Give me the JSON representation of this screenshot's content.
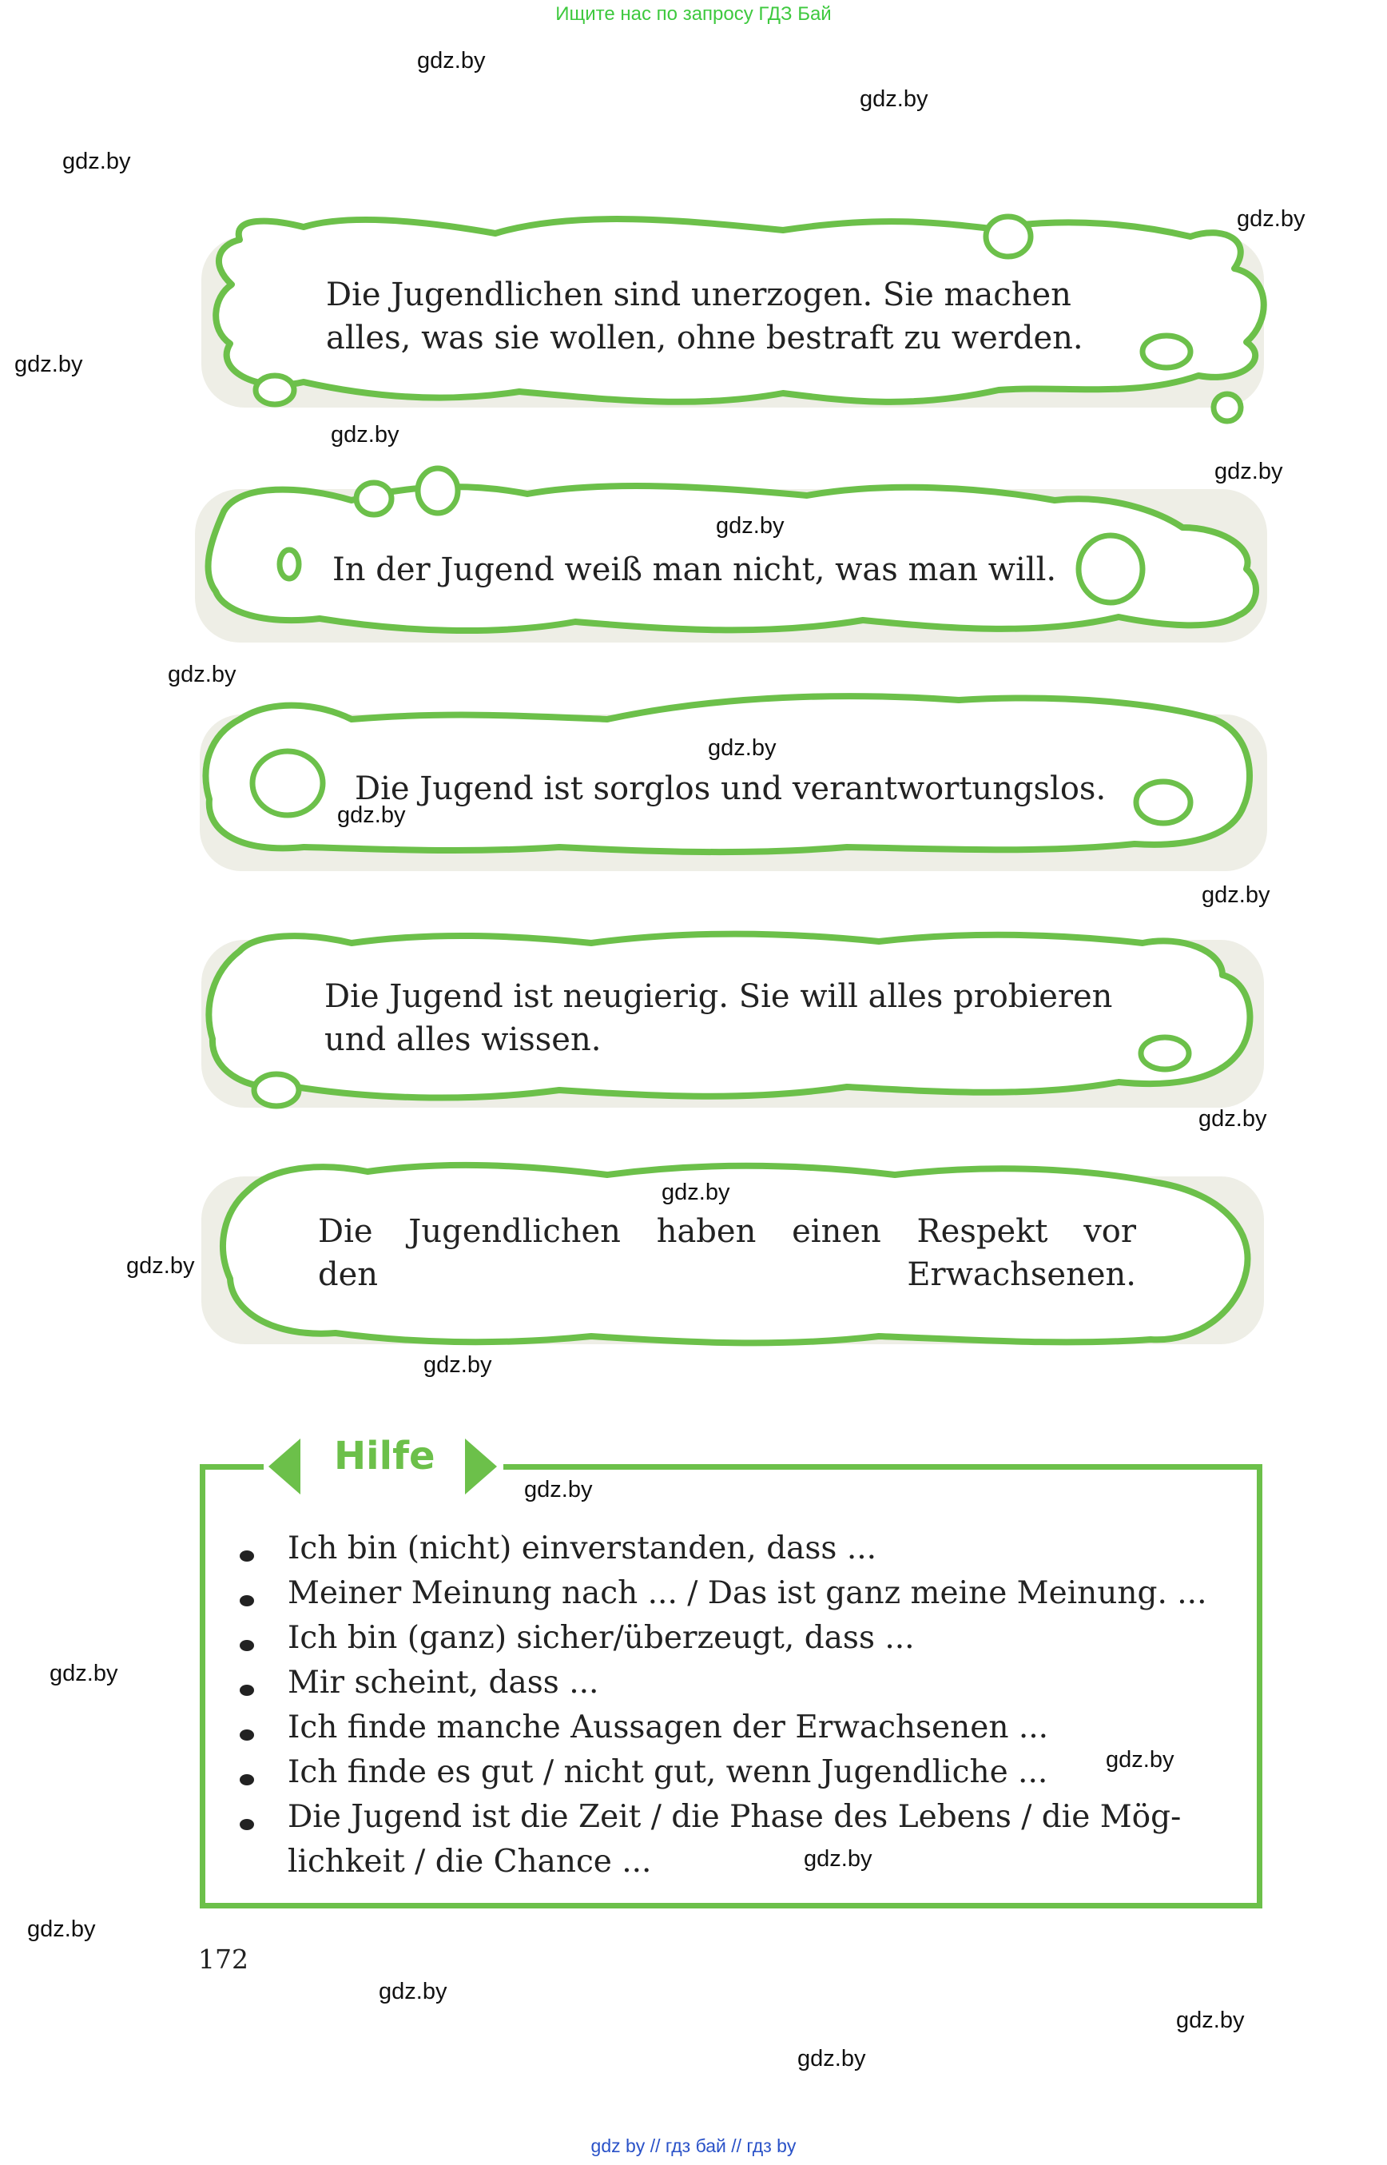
{
  "banner": "Ищите нас по запросу ГДЗ Бай",
  "statements": [
    "Die Jugendlichen sind unerzogen. Sie machen\nalles, was sie wollen, ohne bestraft zu werden.",
    "In der Jugend weiß man nicht, was man will.",
    "Die Jugend ist sorglos und verantwortungslos.",
    "Die Jugend ist neugierig. Sie will alles probieren\nund alles wissen.",
    "Die Jugendlichen haben einen Respekt vor\nden Erwachsenen."
  ],
  "help": {
    "title": "Hilfe",
    "items": [
      "Ich bin (nicht) einverstanden, dass ...",
      "Meiner Meinung nach ... / Das ist ganz meine  Meinung. ...",
      "Ich bin (ganz) sicher/überzeugt, dass ...",
      "Mir scheint, dass ...",
      "Ich finde manche Aussagen der Erwachsenen ...",
      "Ich finde es gut / nicht gut, wenn Jugendliche ...",
      "Die Jugend ist die Zeit / die Phase des Lebens / die Mög-\nlichkeit / die Chance ..."
    ]
  },
  "page_number": "172",
  "watermark": "gdz.by",
  "footer": "gdz by  //  гдз бай  //  гдз by",
  "colors": {
    "accent_green": "#6cc04a",
    "panel_beige": "#eeeee6",
    "banner_green": "#3ec93e",
    "footer_blue": "#2a52c8"
  }
}
